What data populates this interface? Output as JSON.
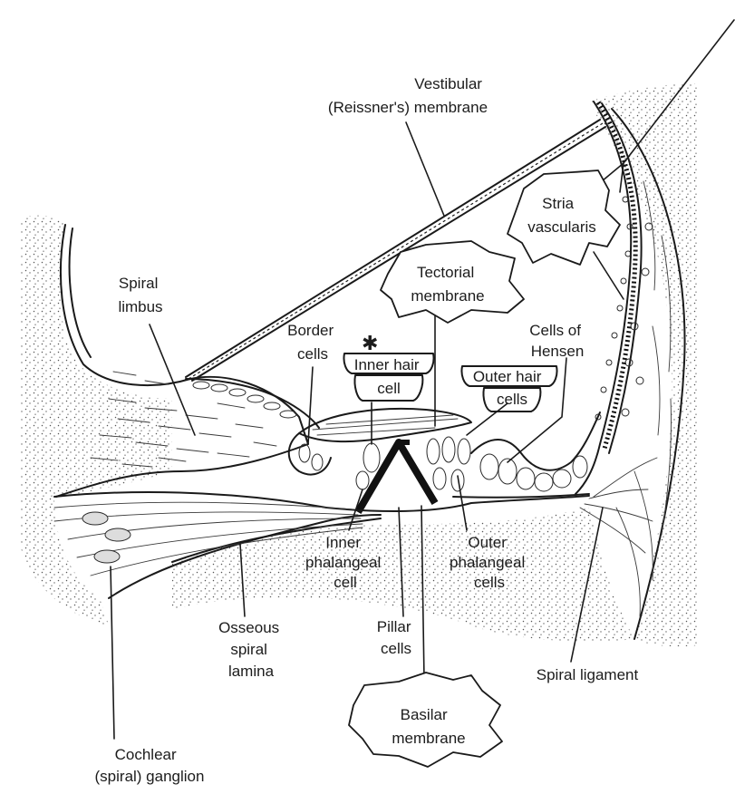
{
  "labels": {
    "vestibular_membrane": [
      "Vestibular",
      "(Reissner's) membrane"
    ],
    "stria_vascularis": [
      "Stria",
      "vascularis"
    ],
    "spiral_limbus": [
      "Spiral",
      "limbus"
    ],
    "tectorial_membrane": [
      "Tectorial",
      "membrane"
    ],
    "border_cells": [
      "Border",
      "cells"
    ],
    "cells_of_hensen": [
      "Cells of",
      "Hensen"
    ],
    "inner_hair_cell": [
      "Inner hair",
      "cell"
    ],
    "outer_hair_cells": [
      "Outer hair",
      "cells"
    ],
    "inner_phalangeal_cell": [
      "Inner",
      "phalangeal",
      "cell"
    ],
    "outer_phalangeal_cells": [
      "Outer",
      "phalangeal",
      "cells"
    ],
    "pillar_cells": [
      "Pillar",
      "cells"
    ],
    "osseous_spiral_lamina": [
      "Osseous",
      "spiral",
      "lamina"
    ],
    "spiral_ligament": [
      "Spiral ligament"
    ],
    "basilar_membrane": [
      "Basilar",
      "membrane"
    ],
    "cochlear_ganglion": [
      "Cochlear",
      "(spiral) ganglion"
    ]
  }
}
